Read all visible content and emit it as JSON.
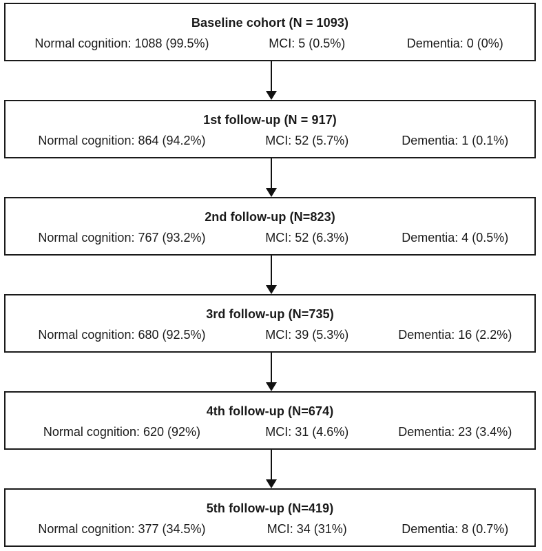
{
  "diagram": {
    "type": "cohort-flowchart",
    "stages": [
      {
        "title": "Baseline cohort (N = 1093)",
        "n": 1093,
        "stats": [
          "Normal cognition: 1088 (99.5%)",
          "MCI: 5 (0.5%)",
          "Dementia: 0 (0%)"
        ],
        "values": {
          "normal_cognition": 1088,
          "normal_cognition_pct": "99.5%",
          "mci": 5,
          "mci_pct": "0.5%",
          "dementia": 0,
          "dementia_pct": "0%"
        }
      },
      {
        "title": "1st follow-up (N = 917)",
        "n": 917,
        "stats": [
          "Normal cognition: 864 (94.2%)",
          "MCI: 52 (5.7%)",
          "Dementia: 1 (0.1%)"
        ],
        "values": {
          "normal_cognition": 864,
          "normal_cognition_pct": "94.2%",
          "mci": 52,
          "mci_pct": "5.7%",
          "dementia": 1,
          "dementia_pct": "0.1%"
        }
      },
      {
        "title": "2nd follow-up (N=823)",
        "n": 823,
        "stats": [
          "Normal cognition: 767 (93.2%)",
          "MCI: 52 (6.3%)",
          "Dementia: 4 (0.5%)"
        ],
        "values": {
          "normal_cognition": 767,
          "normal_cognition_pct": "93.2%",
          "mci": 52,
          "mci_pct": "6.3%",
          "dementia": 4,
          "dementia_pct": "0.5%"
        }
      },
      {
        "title": "3rd follow-up (N=735)",
        "n": 735,
        "stats": [
          "Normal cognition: 680 (92.5%)",
          "MCI: 39 (5.3%)",
          "Dementia: 16 (2.2%)"
        ],
        "values": {
          "normal_cognition": 680,
          "normal_cognition_pct": "92.5%",
          "mci": 39,
          "mci_pct": "5.3%",
          "dementia": 16,
          "dementia_pct": "2.2%"
        }
      },
      {
        "title": "4th follow-up (N=674)",
        "n": 674,
        "stats": [
          "Normal cognition: 620 (92%)",
          "MCI: 31 (4.6%)",
          "Dementia: 23 (3.4%)"
        ],
        "values": {
          "normal_cognition": 620,
          "normal_cognition_pct": "92%",
          "mci": 31,
          "mci_pct": "4.6%",
          "dementia": 23,
          "dementia_pct": "3.4%"
        }
      },
      {
        "title": "5th follow-up (N=419)",
        "n": 419,
        "stats": [
          "Normal cognition: 377 (34.5%)",
          "MCI: 34 (31%)",
          "Dementia: 8 (0.7%)"
        ],
        "values": {
          "normal_cognition": 377,
          "normal_cognition_pct": "34.5%",
          "mci": 34,
          "mci_pct": "31%",
          "dementia": 8,
          "dementia_pct": "0.7%"
        }
      }
    ],
    "colors": {
      "background": "#ffffff",
      "box_border": "#1a1a1a",
      "text": "#1a1a1a",
      "arrow": "#111111"
    }
  }
}
